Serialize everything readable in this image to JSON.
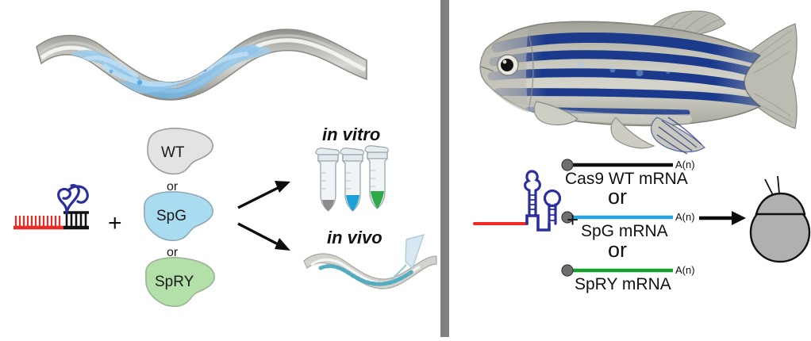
{
  "figure": {
    "type": "scientific-schematic",
    "description": "Two-panel experimental workflow schematic: C. elegans (left) and zebrafish (right) SpCas9 variant delivery",
    "background_color": "#ffffff",
    "divider_color": "#7f7f7f"
  },
  "left_panel": {
    "organism": {
      "name": "c-elegans-worm",
      "body_color": "#a8a8a4",
      "body_highlight": "#f2f2f0",
      "gonad_color": "#7fbfe8"
    },
    "sgrna": {
      "name": "sgrna-duplex",
      "spacer_color": "#ee2a23",
      "scaffold_color": "#111111",
      "loop_color": "#2b2f9e"
    },
    "plus_sign": "+",
    "proteins": [
      {
        "label": "WT",
        "fill": "#e3e3e3",
        "stroke": "#9a9a9a"
      },
      {
        "label": "SpG",
        "fill": "#a9dcf0",
        "stroke": "#8fa9b5"
      },
      {
        "label": "SpRY",
        "fill": "#b3e0a8",
        "stroke": "#9ab494"
      }
    ],
    "connectors": [
      "or",
      "or"
    ],
    "outcomes": [
      {
        "label": "in vitro",
        "name": "in-vitro-outcome",
        "tubes": [
          {
            "liquid_color": "#8c8c8c"
          },
          {
            "liquid_color": "#1f9fd8"
          },
          {
            "liquid_color": "#2fa949"
          }
        ]
      },
      {
        "label": "in vivo",
        "name": "in-vivo-outcome",
        "worm_color": "#c9c9c4",
        "gut_color": "#4ba9bd",
        "needle_color": "#cfe3ef"
      }
    ]
  },
  "right_panel": {
    "organism": {
      "name": "zebrafish",
      "body_color": "#b9b8ae",
      "stripe_color": "#1b3a8c",
      "belly_color": "#d9d8cf",
      "eye_color": "#111111"
    },
    "sgrna": {
      "name": "sgrna-hairpin",
      "spacer_color": "#ee2a23",
      "scaffold_color": "#2b2f9e"
    },
    "plus_sign": "+",
    "mrnas": [
      {
        "label": "Cas9 WT mRNA",
        "tail_label": "A(n)",
        "line_color": "#111111",
        "cap_color": "#6e6e6e"
      },
      {
        "label": "SpG mRNA",
        "tail_label": "A(n)",
        "line_color": "#29a3e0",
        "cap_color": "#6e6e6e"
      },
      {
        "label": "SpRY mRNA",
        "tail_label": "A(n)",
        "line_color": "#14a32a",
        "cap_color": "#6e6e6e"
      }
    ],
    "connectors": [
      "or",
      "or"
    ],
    "target": {
      "name": "zebrafish-embryo",
      "fill": "#b0b0b0",
      "stroke": "#111111"
    }
  }
}
